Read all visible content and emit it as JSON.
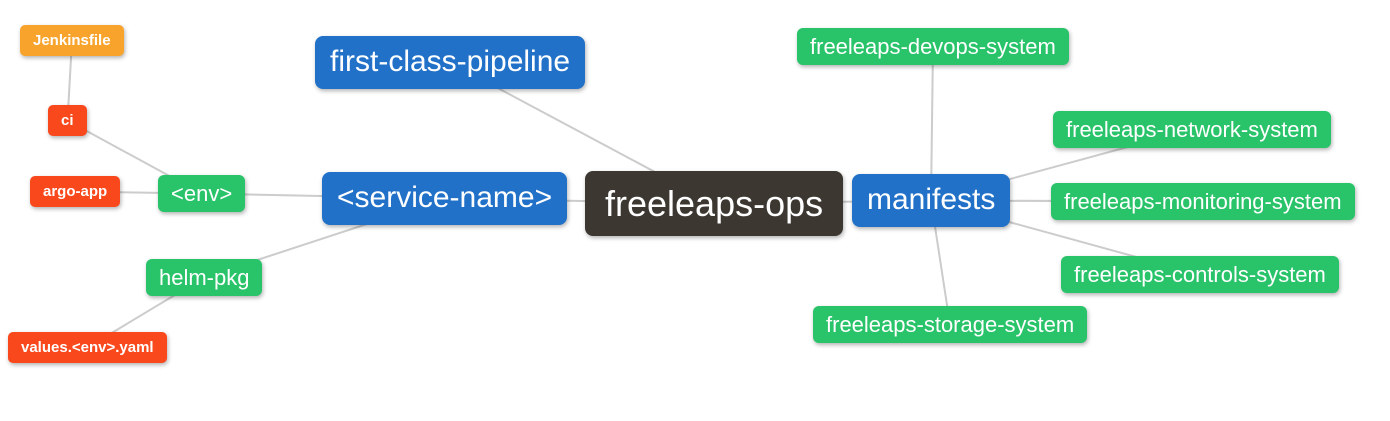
{
  "diagram": {
    "type": "mindmap",
    "root": "freeleaps-ops",
    "background_color": "#ffffff",
    "connector_color": "#cccccc"
  },
  "palette": {
    "orange": "#f8a42c",
    "red": "#f9481c",
    "green": "#29c36a",
    "blue": "#2171c9",
    "dark": "#3c3731"
  },
  "nodes": {
    "jenkinsfile": {
      "label": "Jenkinsfile",
      "color": "#f8a42c"
    },
    "ci": {
      "label": "ci",
      "color": "#f9481c"
    },
    "argo_app": {
      "label": "argo-app",
      "color": "#f9481c"
    },
    "env": {
      "label": "<env>",
      "color": "#29c36a"
    },
    "helm_pkg": {
      "label": "helm-pkg",
      "color": "#29c36a"
    },
    "values_env_yaml": {
      "label": "values.<env>.yaml",
      "color": "#f9481c"
    },
    "first_class_pipeline": {
      "label": "first-class-pipeline",
      "color": "#2171c9"
    },
    "service_name": {
      "label": "<service-name>",
      "color": "#2171c9"
    },
    "freeleaps_ops": {
      "label": "freeleaps-ops",
      "color": "#3c3731"
    },
    "manifests": {
      "label": "manifests",
      "color": "#2171c9"
    },
    "devops_system": {
      "label": "freeleaps-devops-system",
      "color": "#29c36a"
    },
    "network_system": {
      "label": "freeleaps-network-system",
      "color": "#29c36a"
    },
    "monitoring_system": {
      "label": "freeleaps-monitoring-system",
      "color": "#29c36a"
    },
    "controls_system": {
      "label": "freeleaps-controls-system",
      "color": "#29c36a"
    },
    "storage_system": {
      "label": "freeleaps-storage-system",
      "color": "#29c36a"
    }
  },
  "edges": [
    [
      "jenkinsfile",
      "ci"
    ],
    [
      "ci",
      "env"
    ],
    [
      "argo_app",
      "env"
    ],
    [
      "env",
      "service_name"
    ],
    [
      "service_name",
      "helm_pkg"
    ],
    [
      "helm_pkg",
      "values_env_yaml"
    ],
    [
      "first_class_pipeline",
      "freeleaps_ops"
    ],
    [
      "service_name",
      "freeleaps_ops"
    ],
    [
      "freeleaps_ops",
      "manifests"
    ],
    [
      "manifests",
      "devops_system"
    ],
    [
      "manifests",
      "network_system"
    ],
    [
      "manifests",
      "monitoring_system"
    ],
    [
      "manifests",
      "controls_system"
    ],
    [
      "manifests",
      "storage_system"
    ]
  ]
}
